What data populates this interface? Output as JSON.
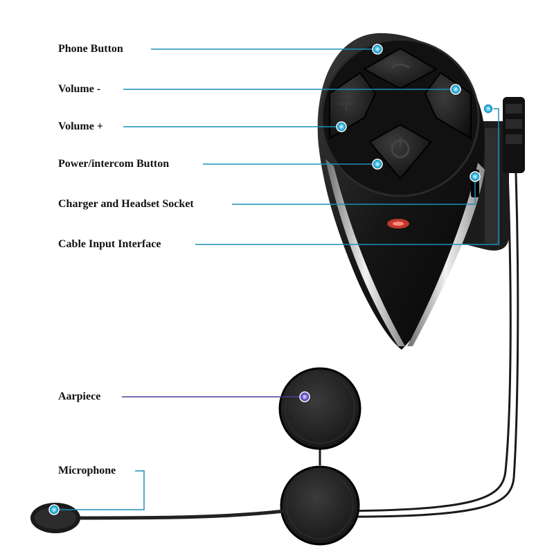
{
  "labels": {
    "phone_button": "Phone Button",
    "volume_minus": "Volume -",
    "volume_plus": "Volume +",
    "power_intercom": "Power/intercom Button",
    "charger_socket": "Charger and Headset Socket",
    "cable_input": "Cable Input Interface",
    "earpiece": "Aarpiece",
    "microphone": "Microphone"
  },
  "colors": {
    "callout_line": "#1c8fb8",
    "callout_line_purple": "#4a3f9a",
    "callout_dot": "#35b9e6",
    "device_body": "#1a1a1a",
    "chrome_trim": "#c8c8c8",
    "led": "#c0392b"
  }
}
